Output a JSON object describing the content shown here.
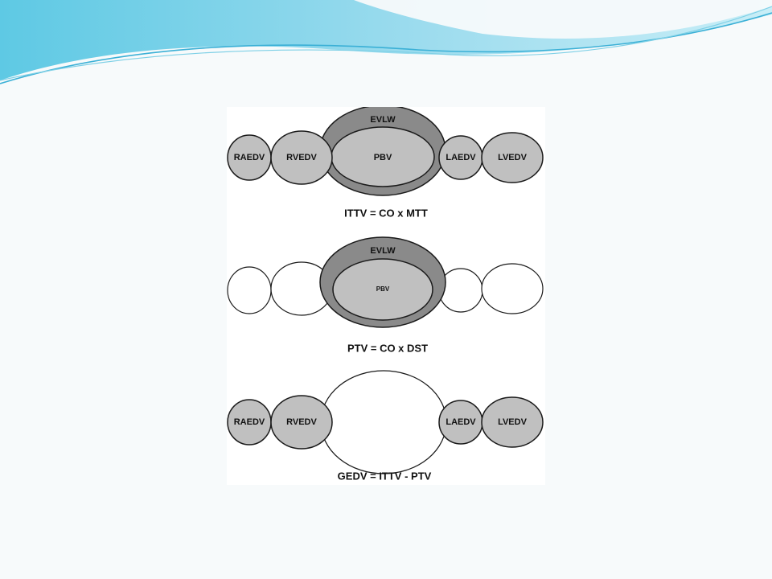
{
  "colors": {
    "accent_dark": "#3bb0d6",
    "accent_light": "#b6e6f2",
    "fill_light": "#c0c0c0",
    "fill_dark": "#8a8a8a",
    "stroke": "#1a1a1a"
  },
  "diagram": {
    "panel1": {
      "evlw": "EVLW",
      "raedv": "RAEDV",
      "rvedv": "RVEDV",
      "pbv": "PBV",
      "laedv": "LAEDV",
      "lvedv": "LVEDV",
      "formula": "ITTV = CO x MTT"
    },
    "panel2": {
      "evlw": "EVLW",
      "pbv": "PBV",
      "formula": "PTV  = CO x  DST"
    },
    "panel3": {
      "raedv": "RAEDV",
      "rvedv": "RVEDV",
      "laedv": "LAEDV",
      "lvedv": "LVEDV",
      "formula": "GEDV = ITTV - PTV"
    }
  }
}
